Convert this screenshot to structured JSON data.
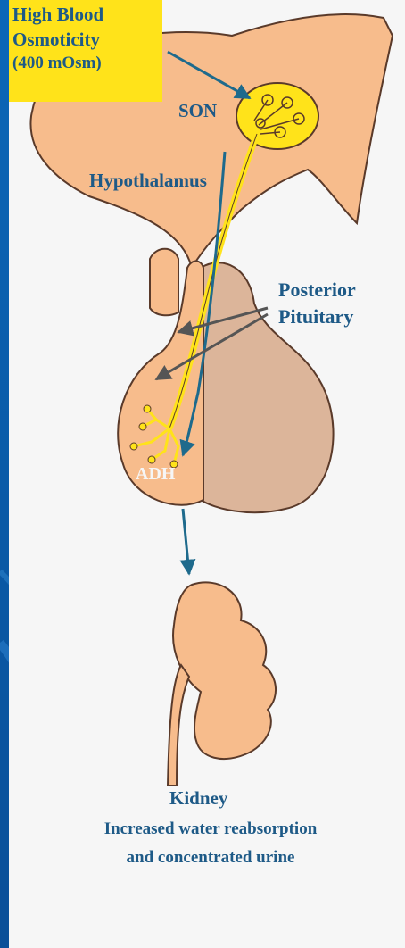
{
  "title": {
    "line1": "High Blood",
    "line2": "Osmoticity",
    "line3": "(400 mOsm)"
  },
  "labels": {
    "son": "SON",
    "hypothalamus": "Hypothalamus",
    "posterior_pituitary_line1": "Posterior",
    "posterior_pituitary_line2": "Pituitary",
    "adh": "ADH",
    "kidney": "Kidney",
    "caption_line1": "Increased water reabsorption",
    "caption_line2": "and concentrated urine"
  },
  "colors": {
    "page_bg": "#0a5fae",
    "panel_bg": "#f6f6f6",
    "tissue": "#f7bc8c",
    "tissue_outline": "#5a3a2a",
    "posterior_lobe": "#dcb59a",
    "highlight": "#ffe31a",
    "text": "#1e5a87",
    "arrow": "#1e6a8c"
  }
}
